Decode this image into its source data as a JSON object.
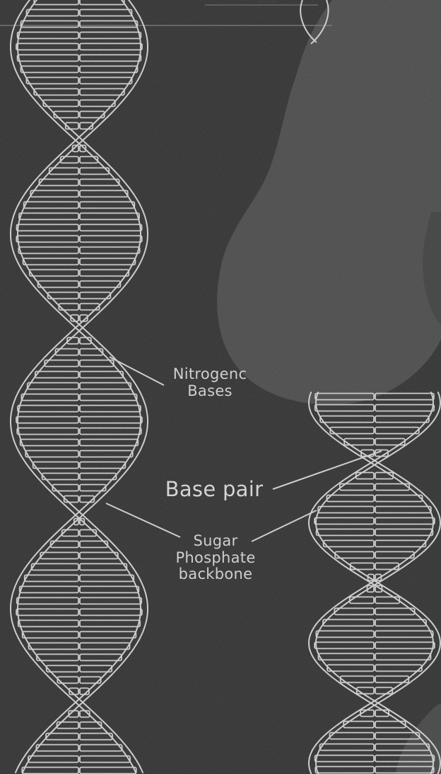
{
  "labels": {
    "nitrogenous_line1": "Nitrogenc",
    "nitrogenous_line2": "Bases",
    "base_pair": "Base pair",
    "backbone_line1": "Sugar",
    "backbone_line2": "Phosphate",
    "backbone_line3": "backbone"
  },
  "colors": {
    "background": "#303030",
    "dark_shape": "#4a4a4a",
    "strand": "#cfcfcf",
    "text": "#cfcfcf"
  }
}
